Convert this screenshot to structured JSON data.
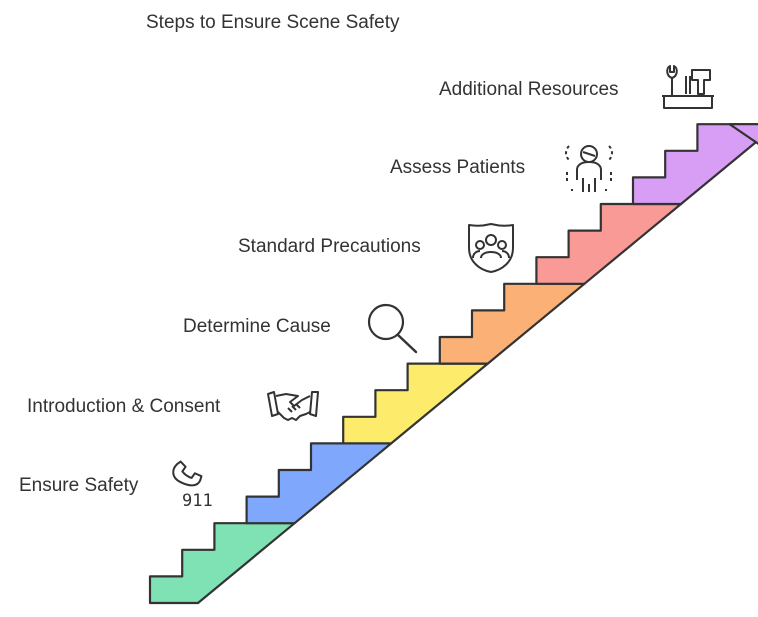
{
  "diagram": {
    "title": "Steps to Ensure Scene Safety",
    "steps": [
      {
        "label": "Ensure Safety",
        "icon": "phone-911-icon",
        "color": "#7ee2b4",
        "icon_text": "911"
      },
      {
        "label": "Introduction & Consent",
        "icon": "handshake-icon",
        "color": "#7fa8fc"
      },
      {
        "label": "Determine Cause",
        "icon": "magnifier-icon",
        "color": "#fdec6c"
      },
      {
        "label": "Standard Precautions",
        "icon": "shield-people-icon",
        "color": "#fbb176"
      },
      {
        "label": "Assess Patients",
        "icon": "person-assessment-icon",
        "color": "#f99a96"
      },
      {
        "label": "Additional Resources",
        "icon": "toolbox-icon",
        "color": "#d89ef6"
      }
    ],
    "stroke_color": "#333333"
  }
}
